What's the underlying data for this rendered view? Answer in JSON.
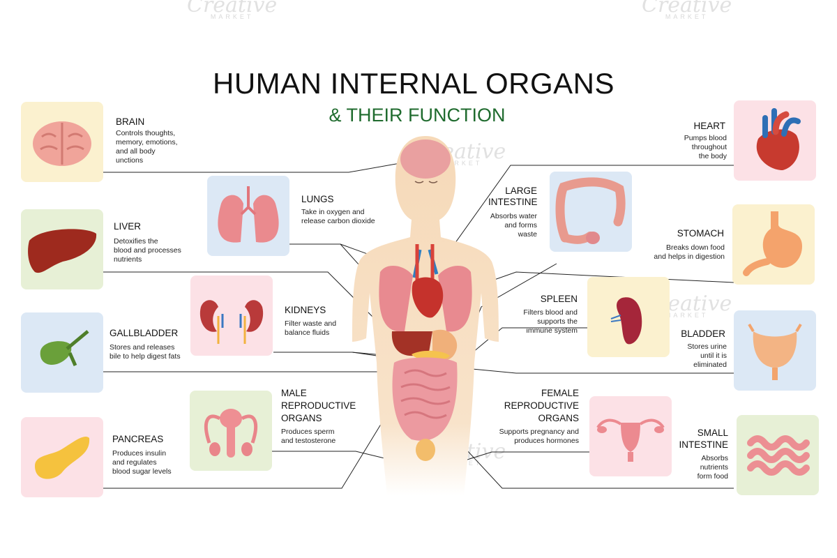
{
  "title": "HUMAN INTERNAL ORGANS",
  "subtitle": "& THEIR FUNCTION",
  "watermark": {
    "brand": "Creative",
    "sub": "MARKET"
  },
  "colors": {
    "title": "#111111",
    "subtitle": "#1f6b2e",
    "yellow": "#fbf1cf",
    "green": "#e7f0d6",
    "blue": "#dce8f5",
    "pink": "#fce1e6"
  },
  "organs": {
    "brain": {
      "name": "BRAIN",
      "desc": [
        "Controls thoughts,",
        "memory, emotions,",
        "and all body",
        "unctions"
      ]
    },
    "liver": {
      "name": "LIVER",
      "desc": [
        "Detoxifies the",
        "blood and processes",
        "nutrients"
      ]
    },
    "gallbladder": {
      "name": "GALLBLADDER",
      "desc": [
        "Stores and releases",
        "bile to help digest fats"
      ]
    },
    "pancreas": {
      "name": "PANCREAS",
      "desc": [
        "Produces insulin",
        "and regulates",
        "blood sugar levels"
      ]
    },
    "lungs": {
      "name": "LUNGS",
      "desc": [
        "Take in oxygen and",
        "release carbon dioxide"
      ]
    },
    "kidneys": {
      "name": "KIDNEYS",
      "desc": [
        "Filter waste and",
        "balance fluids"
      ]
    },
    "male": {
      "name": [
        "MALE",
        "REPRODUCTIVE",
        "ORGANS"
      ],
      "desc": [
        "Produces sperm",
        "and testosterone"
      ]
    },
    "large_intestine": {
      "name": [
        "LARGE",
        "INTESTINE"
      ],
      "desc": [
        "Absorbs water",
        "and forms",
        "waste"
      ]
    },
    "spleen": {
      "name": "SPLEEN",
      "desc": [
        "Filters blood and",
        "supports the",
        "immune system"
      ]
    },
    "female": {
      "name": [
        "FEMALE",
        "REPRODUCTIVE",
        "ORGANS"
      ],
      "desc": [
        "Supports pregnancy and",
        "produces hormones"
      ]
    },
    "heart": {
      "name": "HEART",
      "desc": [
        "Pumps blood",
        "throughout",
        "the body"
      ]
    },
    "stomach": {
      "name": "STOMACH",
      "desc": [
        "Breaks down food",
        "and helps in digestion"
      ]
    },
    "bladder": {
      "name": "BLADDER",
      "desc": [
        "Stores urine",
        "until it is",
        "eliminated"
      ]
    },
    "small_intestine": {
      "name": [
        "SMALL",
        "INTESTINE"
      ],
      "desc": [
        "Absorbs",
        "nutrients",
        "form food"
      ]
    }
  }
}
